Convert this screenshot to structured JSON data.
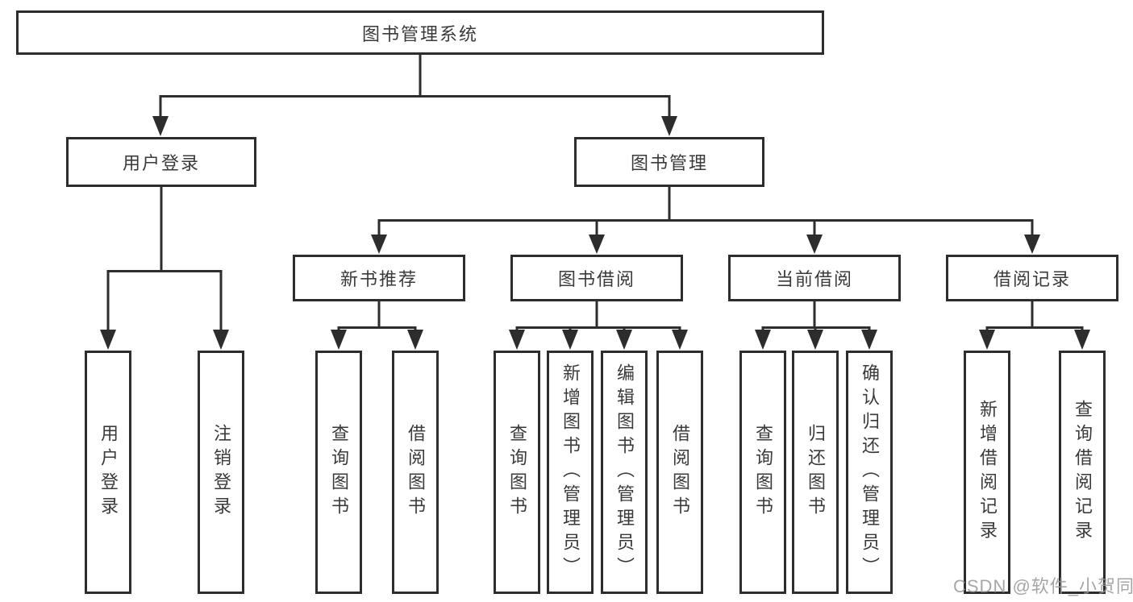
{
  "colors": {
    "line": "#2d2d2d",
    "box_border": "#2d2d2d",
    "text": "#3a3a3a",
    "background": "#ffffff",
    "watermark": "#969696"
  },
  "diagram": {
    "root": {
      "label": "图书管理系统",
      "children": [
        {
          "label": "用户登录",
          "children": [
            {
              "label": "用户登录"
            },
            {
              "label": "注销登录"
            }
          ]
        },
        {
          "label": "图书管理",
          "children": [
            {
              "label": "新书推荐",
              "children": [
                {
                  "label": "查询图书"
                },
                {
                  "label": "借阅图书"
                }
              ]
            },
            {
              "label": "图书借阅",
              "children": [
                {
                  "label": "查询图书"
                },
                {
                  "label": "新增图书（管理员）"
                },
                {
                  "label": "编辑图书（管理员）"
                },
                {
                  "label": "借阅图书"
                }
              ]
            },
            {
              "label": "当前借阅",
              "children": [
                {
                  "label": "查询图书"
                },
                {
                  "label": "归还图书"
                },
                {
                  "label": "确认归还（管理员）"
                }
              ]
            },
            {
              "label": "借阅记录",
              "children": [
                {
                  "label": "新增借阅记录"
                },
                {
                  "label": "查询借阅记录"
                }
              ]
            }
          ]
        }
      ]
    }
  },
  "watermark": {
    "text": "CSDN @软件_小贺同学"
  }
}
